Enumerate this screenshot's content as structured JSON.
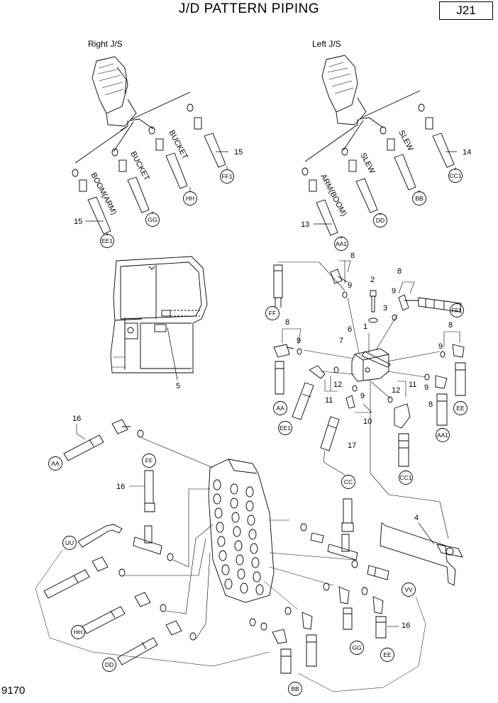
{
  "page": {
    "title": "J/D PATTERN PIPING",
    "page_ref": "J21",
    "doc_number": "9170"
  },
  "joysticks": {
    "right_label": "Right J/S",
    "left_label": "Left J/S",
    "right_ports": [
      "BOOM(ARM)",
      "BUCKET",
      "BUCKET"
    ],
    "left_ports": [
      "ARM(BOOM)",
      "SLEW",
      "SLEW"
    ]
  },
  "connection_labels": {
    "ee1": "EE1",
    "gg": "GG",
    "hh": "HH",
    "ff1": "FF1",
    "aa1": "AA1",
    "dd": "DD",
    "bb": "BB",
    "cc1": "CC1",
    "ff": "FF",
    "aa": "AA",
    "ee": "EE",
    "cc": "CC",
    "uu": "UU",
    "vv": "VV"
  },
  "part_numbers": {
    "p1": "1",
    "p2": "2",
    "p3": "3",
    "p4": "4",
    "p5": "5",
    "p6": "6",
    "p7": "7",
    "p8": "8",
    "p9": "9",
    "p10": "10",
    "p11": "11",
    "p12": "12",
    "p13": "13",
    "p14": "14",
    "p15": "15",
    "p16": "16",
    "p17": "17"
  }
}
